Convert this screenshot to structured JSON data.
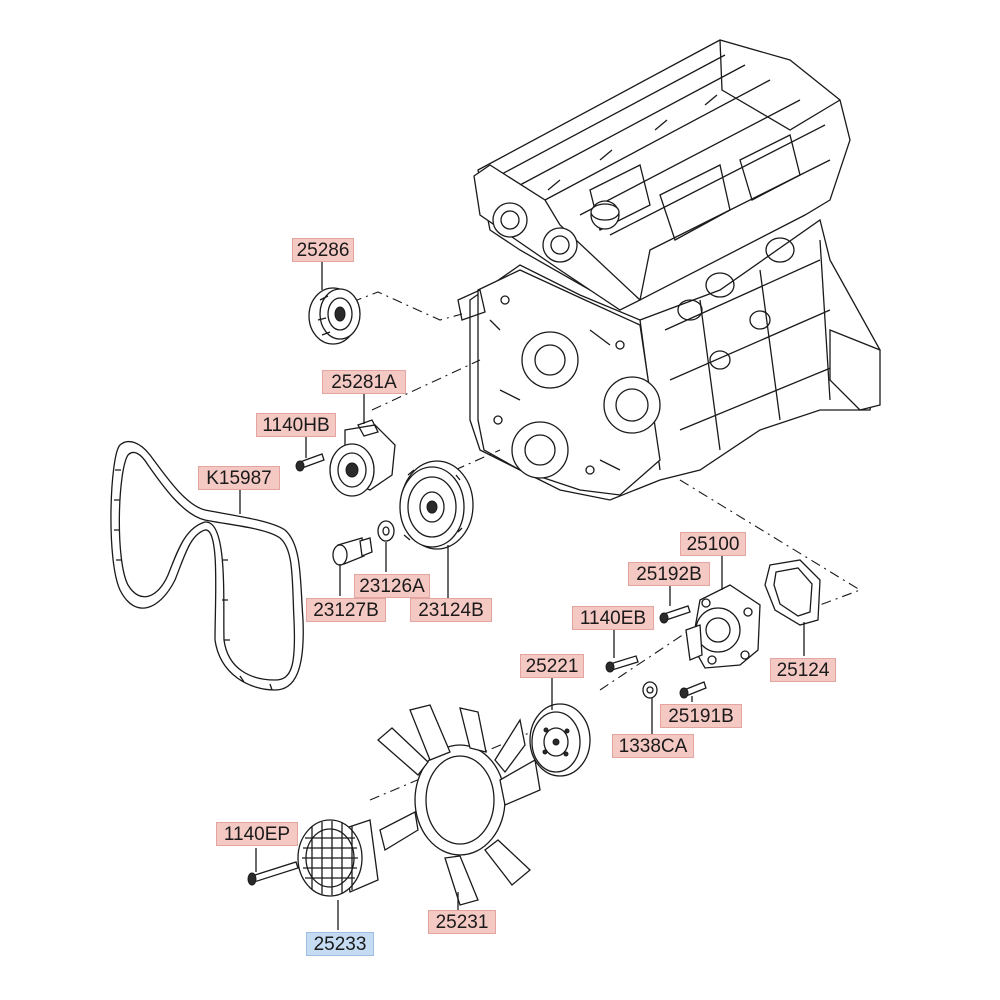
{
  "diagram": {
    "labels": {
      "p25286": "25286",
      "p25281A": "25281A",
      "p1140HB": "1140HB",
      "pK15987": "K15987",
      "p23126A": "23126A",
      "p23127B": "23127B",
      "p23124B": "23124B",
      "p25100": "25100",
      "p25192B": "25192B",
      "p1140EB": "1140EB",
      "p25124": "25124",
      "p25221": "25221",
      "p25191B": "25191B",
      "p1338CA": "1338CA",
      "p1140EP": "1140EP",
      "p25231": "25231",
      "p25233": "25233"
    },
    "colors": {
      "label_fill": "#f4c8c3",
      "label_border": "#e3a59d",
      "selected_fill": "#c5dbf1",
      "selected_border": "#9ebfe3",
      "line": "#1a1a1a"
    },
    "selected_part": "25233"
  }
}
